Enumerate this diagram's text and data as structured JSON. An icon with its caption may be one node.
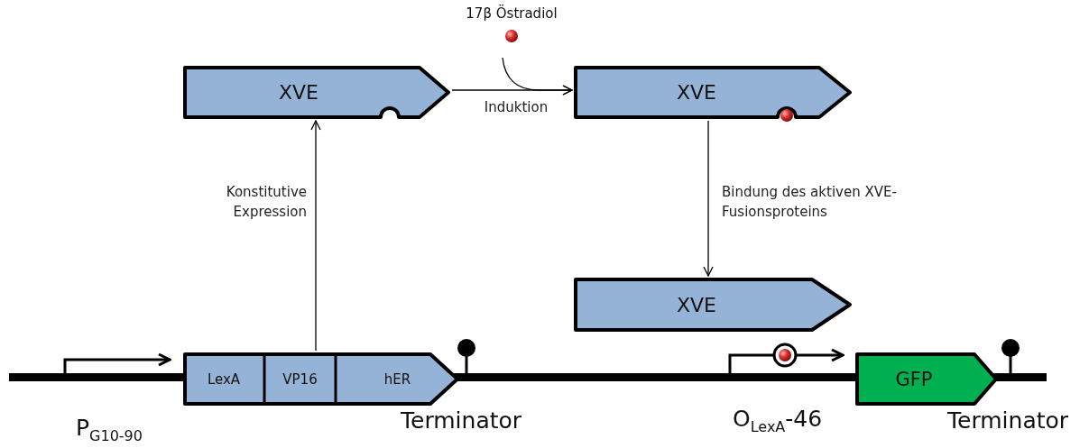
{
  "diagram": {
    "nodes": [
      {
        "text": [
          "XVE"
        ]
      },
      {
        "text": [
          "XVE"
        ]
      },
      {
        "text": [
          "XVE"
        ]
      },
      {
        "text": [
          "LexA",
          "VP16",
          "hER"
        ]
      },
      {
        "text": [
          "GFP"
        ]
      },
      {
        "text": [
          "17β Östradiol"
        ]
      }
    ],
    "edges": [
      {
        "from": 0,
        "to": 1,
        "arrow": "to",
        "label": "Induktion"
      },
      {
        "from": 5,
        "to": 1,
        "arrow": "to"
      },
      {
        "from": 1,
        "to": 2,
        "arrow": "to",
        "label": "Bindung des aktiven XVE-Fusionsproteins"
      },
      {
        "from": 3,
        "to": 0,
        "arrow": "to",
        "label": "Konstitutive Expression"
      }
    ],
    "labels": [
      "P$_{G10-90}$",
      "Terminator",
      "O$_{LexA}$-46",
      "Terminator"
    ]
  }
}
